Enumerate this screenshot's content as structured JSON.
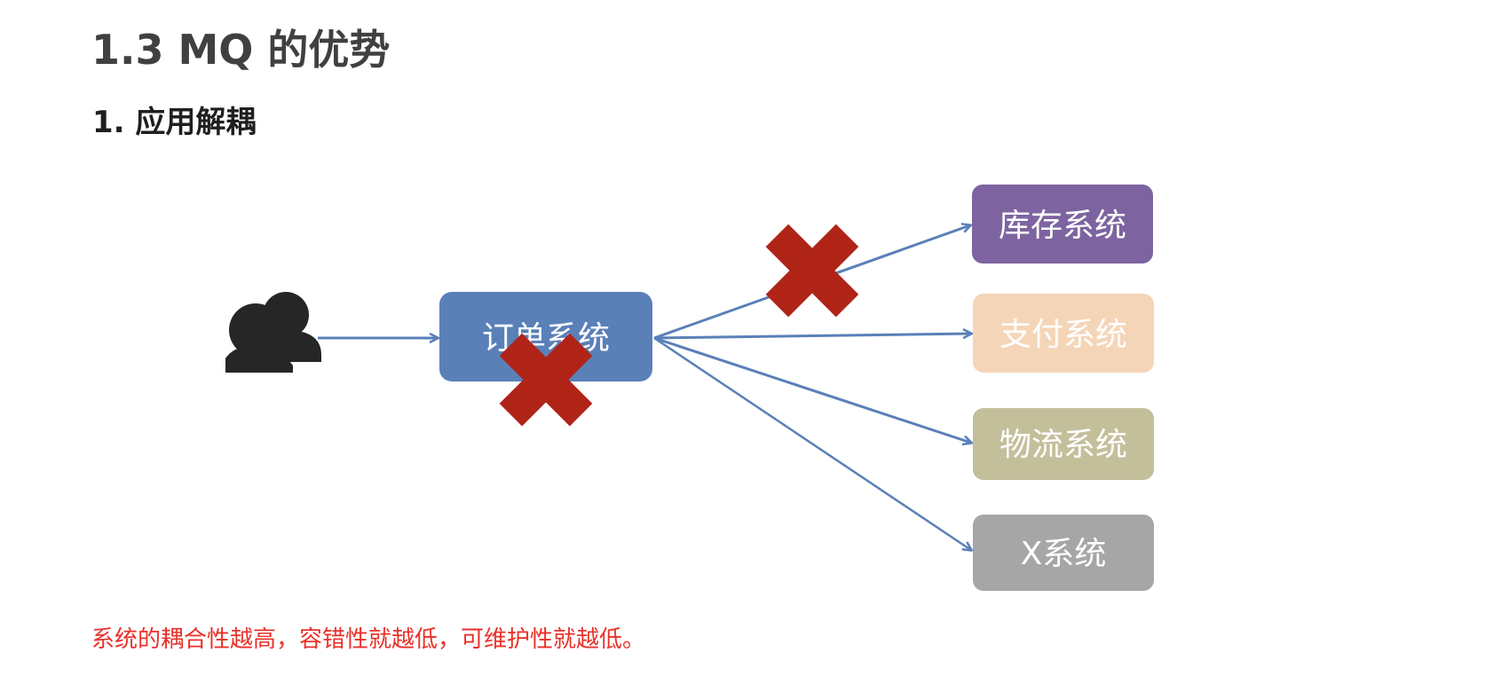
{
  "page": {
    "title": "1.3 MQ 的优势",
    "section": "1. 应用解耦",
    "note": "系统的耦合性越高，容错性就越低，可维护性就越低。"
  },
  "diagram": {
    "source": {
      "label": "订单系统",
      "color": "#5a80b8"
    },
    "targets": [
      {
        "label": "库存系统",
        "color": "#7d64a0"
      },
      {
        "label": "支付系统",
        "color": "#f5d5b8"
      },
      {
        "label": "物流系统",
        "color": "#c4bf9b"
      },
      {
        "label": "X系统",
        "color": "#a6a6a6"
      }
    ],
    "arrow_color": "#5a80b8",
    "cross_color": "#b02418",
    "user_icon": "users-icon"
  }
}
